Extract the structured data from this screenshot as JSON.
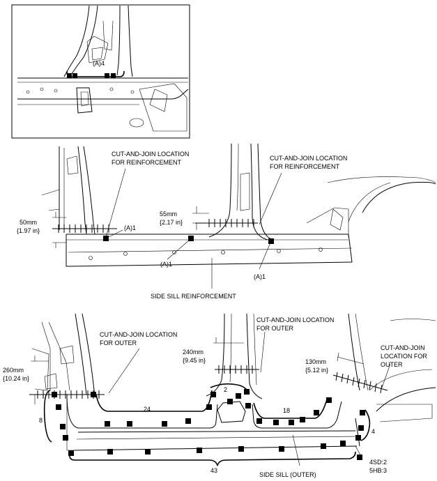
{
  "inset": {
    "label_a": "(A)4"
  },
  "reinforcement": {
    "callout_left": [
      "CUT-AND-JOIN LOCATION",
      "FOR  REINFORCEMENT"
    ],
    "callout_right": [
      "CUT-AND-JOIN LOCATION",
      "FOR  REINFORCEMENT"
    ],
    "dim_left": [
      "50mm",
      "{1.97 in}"
    ],
    "dim_mid": [
      "55mm",
      "{2.17 in}"
    ],
    "label_a1_right": "(A)1",
    "label_a1_bottom_left": "(A)1",
    "label_a1_bottom_right": "(A)1",
    "part_name": "SIDE SILL REINFORCEMENT"
  },
  "outer": {
    "callout_left": [
      "CUT-AND-JOIN LOCATION",
      "FOR OUTER"
    ],
    "callout_mid": [
      "CUT-AND-JOIN LOCATION",
      "FOR OUTER"
    ],
    "callout_right": [
      "CUT-AND-JOIN",
      "LOCATION FOR",
      "OUTER"
    ],
    "dim_left": [
      "260mm",
      "{10.24 in}"
    ],
    "dim_mid": [
      "240mm",
      "{9.45 in}"
    ],
    "dim_right": [
      "130mm",
      "{5.12 in}"
    ],
    "count_left": "8",
    "count_2": "2",
    "count_24": "24",
    "count_18": "18",
    "count_4": "4",
    "count_43": "43",
    "part_name": "SIDE SILL (OUTER)",
    "weld_note": [
      "4SD:2",
      "5HB:3"
    ]
  }
}
